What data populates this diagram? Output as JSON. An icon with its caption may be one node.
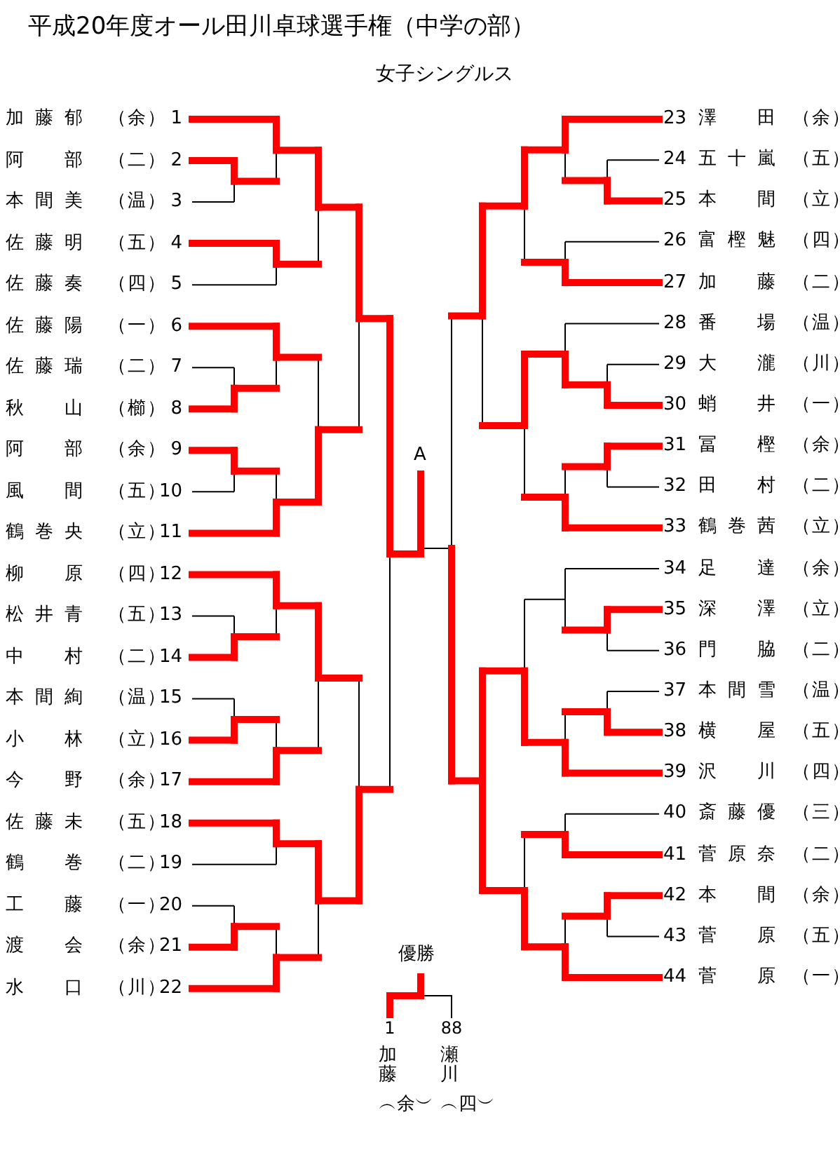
{
  "diagram": {
    "title": "平成20年度オール田川卓球選手権（中学の部）",
    "nodes": [
      {
        "text": [
          "加藤郁",
          "（余）",
          "1"
        ]
      },
      {
        "text": [
          "阿　部",
          "（二）",
          "2"
        ]
      },
      {
        "text": [
          "本間美",
          "（温）",
          "3"
        ]
      },
      {
        "text": [
          "佐藤明",
          "（五）",
          "4"
        ]
      },
      {
        "text": [
          "佐藤奏",
          "（四）",
          "5"
        ]
      },
      {
        "text": [
          "佐藤陽",
          "（一）",
          "6"
        ]
      },
      {
        "text": [
          "佐藤瑞",
          "（二）",
          "7"
        ]
      },
      {
        "text": [
          "秋　山",
          "（櫛）",
          "8"
        ]
      },
      {
        "text": [
          "阿　部",
          "（余）",
          "9"
        ]
      },
      {
        "text": [
          "風　間",
          "（五）",
          "10"
        ]
      },
      {
        "text": [
          "鶴巻央",
          "（立）",
          "11"
        ]
      },
      {
        "text": [
          "柳　原",
          "（四）",
          "12"
        ]
      },
      {
        "text": [
          "松井青",
          "（五）",
          "13"
        ]
      },
      {
        "text": [
          "中　村",
          "（二）",
          "14"
        ]
      },
      {
        "text": [
          "本間絢",
          "（温）",
          "15"
        ]
      },
      {
        "text": [
          "小　林",
          "（立）",
          "16"
        ]
      },
      {
        "text": [
          "今　野",
          "（余）",
          "17"
        ]
      },
      {
        "text": [
          "佐藤未",
          "（五）",
          "18"
        ]
      },
      {
        "text": [
          "鶴　巻",
          "（二）",
          "19"
        ]
      },
      {
        "text": [
          "工　藤",
          "（一）",
          "20"
        ]
      },
      {
        "text": [
          "渡　会",
          "（余）",
          "21"
        ]
      },
      {
        "text": [
          "水　口",
          "（川）",
          "22"
        ]
      },
      {
        "text": [
          "23",
          "澤　田",
          "（余）"
        ]
      },
      {
        "text": [
          "24",
          "五十嵐",
          "（五）"
        ]
      },
      {
        "text": [
          "25",
          "本　間",
          "（立）"
        ]
      },
      {
        "text": [
          "26",
          "富樫魅",
          "（四）"
        ]
      },
      {
        "text": [
          "27",
          "加　藤",
          "（二）"
        ]
      },
      {
        "text": [
          "28",
          "番　場",
          "（温）"
        ]
      },
      {
        "text": [
          "29",
          "大　瀧",
          "（川）"
        ]
      },
      {
        "text": [
          "30",
          "蛸　井",
          "（一）"
        ]
      },
      {
        "text": [
          "31",
          "冨　樫",
          "（余）"
        ]
      },
      {
        "text": [
          "32",
          "田　村",
          "（二）"
        ]
      },
      {
        "text": [
          "33",
          "鶴巻茜",
          "（立）"
        ]
      },
      {
        "text": [
          "34",
          "足　達",
          "（余）"
        ]
      },
      {
        "text": [
          "35",
          "深　澤",
          "（立）"
        ]
      },
      {
        "text": [
          "36",
          "門　脇",
          "（二）"
        ]
      },
      {
        "text": [
          "37",
          "本間雪",
          "（温）"
        ]
      },
      {
        "text": [
          "38",
          "横　屋",
          "（五）"
        ]
      },
      {
        "text": [
          "39",
          "沢　川",
          "（四）"
        ]
      },
      {
        "text": [
          "40",
          "斎藤優",
          "（三）"
        ]
      },
      {
        "text": [
          "41",
          "菅原奈",
          "（二）"
        ]
      },
      {
        "text": [
          "42",
          "本　間",
          "（余）"
        ]
      },
      {
        "text": [
          "43",
          "菅　原",
          "（五）"
        ]
      },
      {
        "text": [
          "44",
          "菅　原",
          "（一）"
        ]
      },
      {
        "text": [
          "1",
          "加藤",
          "︵余︶"
        ]
      },
      {
        "text": [
          "88",
          "瀬川",
          "︵四︶"
        ]
      }
    ],
    "labels": [
      "女子シングルス",
      "A",
      "優勝"
    ]
  }
}
